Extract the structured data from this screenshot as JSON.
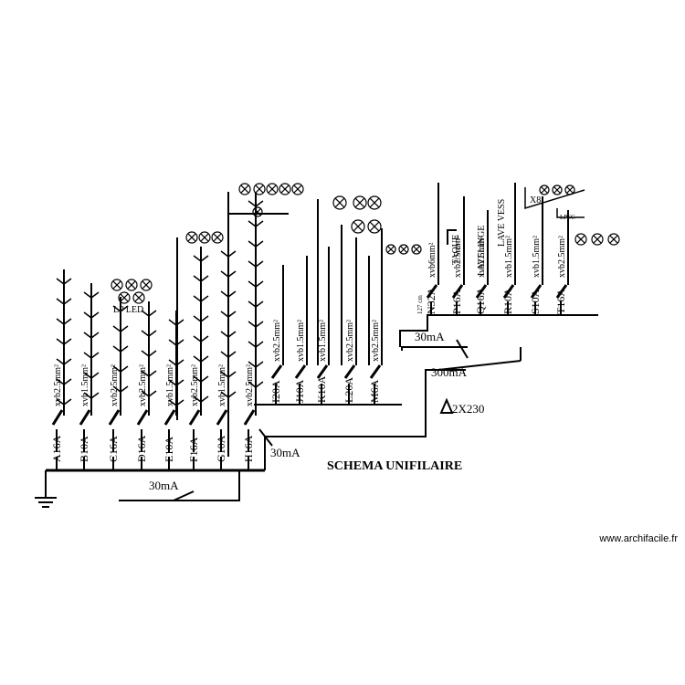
{
  "title": "SCHEMA UNIFILAIRE",
  "watermark": "www.archifacile.fr",
  "supply": "2X230",
  "main_breaker": "300mA",
  "differentials": [
    "30mA",
    "30mA",
    "30mA"
  ],
  "circuits": [
    {
      "breaker": "A16A",
      "cable": "xvb2.5mm²"
    },
    {
      "breaker": "B10A",
      "cable": "xvb1.5mm²"
    },
    {
      "breaker": "C16A",
      "cable": "xvb2.5mm²"
    },
    {
      "breaker": "D16A",
      "cable": "xvb2.5mm²"
    },
    {
      "breaker": "E10A",
      "cable": "xvb1.5mm²"
    },
    {
      "breaker": "F16A",
      "cable": "xvb2.5mm²"
    },
    {
      "breaker": "G10A",
      "cable": "xvb1.5mm²"
    },
    {
      "breaker": "H16A",
      "cable": "xvb2.5mm²"
    },
    {
      "breaker": "I20A",
      "cable": "xvb2.5mm²"
    },
    {
      "breaker": "J10A",
      "cable": "xvb1.5mm²"
    },
    {
      "breaker": "K10A",
      "cable": "xvb1.5mm²"
    },
    {
      "breaker": "L20A",
      "cable": "xvb2.5mm²"
    },
    {
      "breaker": "M6A",
      "cable": "xvb2.5mm²"
    },
    {
      "breaker": "N32A",
      "cable": "xvb6mm²"
    },
    {
      "breaker": "P16A",
      "cable": "xvb2.5mm²"
    },
    {
      "breaker": "Q16A",
      "cable": "xvb2.5mm²"
    },
    {
      "breaker": "R10A",
      "cable": "xvb1.5mm²"
    },
    {
      "breaker": "S10A",
      "cable": "xvb1.5mm²"
    },
    {
      "breaker": "T16A",
      "cable": "xvb2.5mm²"
    }
  ],
  "labels": {
    "lp_led": "LP LED",
    "taque": "TAQUE",
    "lave_linge": "LAVELINGE",
    "lave_vess": "LAVE VESS",
    "x8": "X8",
    "lpsc": "LPSC",
    "dim_127": "127 cm"
  }
}
